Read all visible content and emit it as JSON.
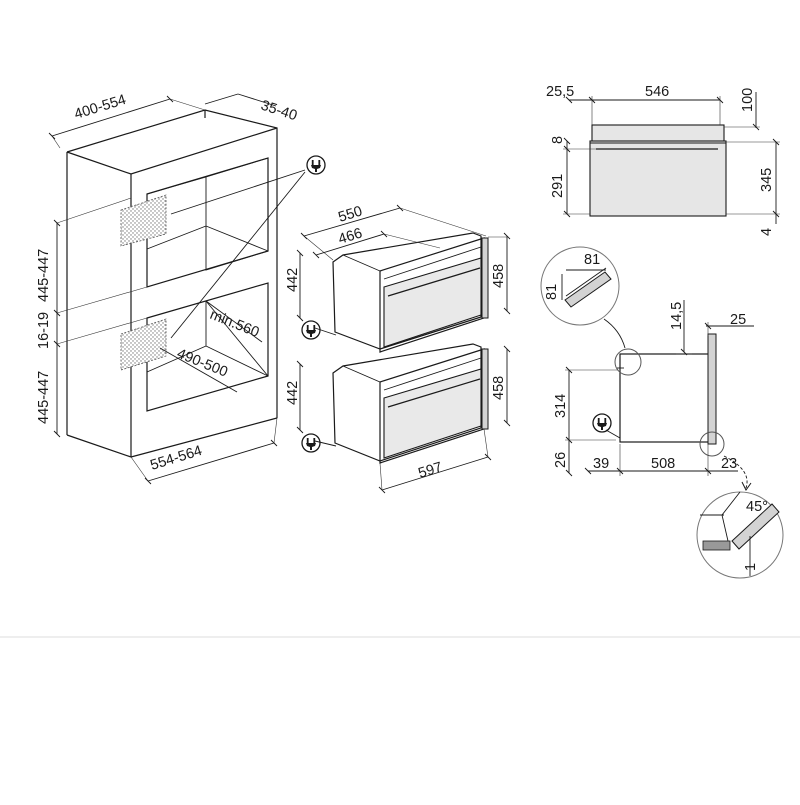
{
  "dimensions": {
    "cabinet_depth": "400-554",
    "cabinet_gap": "35-40",
    "upper_height": "445-447",
    "middle_gap": "16-19",
    "lower_height": "445-447",
    "min_depth": "min.560",
    "niche_width": "490-500",
    "cabinet_width": "554-564",
    "oven_depth_outer": "550",
    "oven_depth_inner": "466",
    "oven_height_upper": "442",
    "oven_front_height_upper": "458",
    "oven_height_lower": "442",
    "oven_front_height_lower": "458",
    "oven_width": "597",
    "front_offset": "25,5",
    "front_width": "546",
    "top_clearance": "100",
    "top_strip": "8",
    "body_height": "291",
    "front_height": "345",
    "bottom_gap": "4",
    "detail_a_x": "81",
    "detail_a_y": "81",
    "side_top_gap": "14,5",
    "side_door": "25",
    "side_height": "314",
    "side_bottom": "26",
    "side_offset": "39",
    "side_depth": "508",
    "side_front": "23",
    "angle": "45°",
    "detail_b_gap": "1"
  },
  "icons": [
    "plug-icon",
    "plug-icon-upper",
    "plug-icon-lower",
    "plug-icon-side"
  ]
}
